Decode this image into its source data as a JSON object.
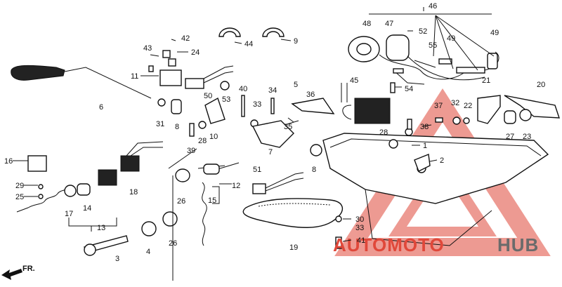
{
  "diagram": {
    "labels": [
      {
        "id": "46",
        "text": "46"
      },
      {
        "id": "48",
        "text": "48"
      },
      {
        "id": "47",
        "text": "47"
      },
      {
        "id": "52",
        "text": "52"
      },
      {
        "id": "42",
        "text": "42"
      },
      {
        "id": "43",
        "text": "43"
      },
      {
        "id": "24",
        "text": "24"
      },
      {
        "id": "44",
        "text": "44"
      },
      {
        "id": "9",
        "text": "9"
      },
      {
        "id": "55",
        "text": "55"
      },
      {
        "id": "49a",
        "text": "49"
      },
      {
        "id": "49b",
        "text": "49"
      },
      {
        "id": "11",
        "text": "11"
      },
      {
        "id": "6",
        "text": "6"
      },
      {
        "id": "50",
        "text": "50"
      },
      {
        "id": "53",
        "text": "53"
      },
      {
        "id": "40",
        "text": "40"
      },
      {
        "id": "34",
        "text": "34"
      },
      {
        "id": "5",
        "text": "5"
      },
      {
        "id": "36",
        "text": "36"
      },
      {
        "id": "45",
        "text": "45"
      },
      {
        "id": "54",
        "text": "54"
      },
      {
        "id": "21",
        "text": "21"
      },
      {
        "id": "20",
        "text": "20"
      },
      {
        "id": "31",
        "text": "31"
      },
      {
        "id": "8a",
        "text": "8"
      },
      {
        "id": "33a",
        "text": "33"
      },
      {
        "id": "37",
        "text": "37"
      },
      {
        "id": "32",
        "text": "32"
      },
      {
        "id": "22",
        "text": "22"
      },
      {
        "id": "10",
        "text": "10"
      },
      {
        "id": "35",
        "text": "35"
      },
      {
        "id": "28a",
        "text": "28"
      },
      {
        "id": "28b",
        "text": "28"
      },
      {
        "id": "38",
        "text": "38"
      },
      {
        "id": "27",
        "text": "27"
      },
      {
        "id": "23",
        "text": "23"
      },
      {
        "id": "39",
        "text": "39"
      },
      {
        "id": "7",
        "text": "7"
      },
      {
        "id": "1",
        "text": "1"
      },
      {
        "id": "16",
        "text": "16"
      },
      {
        "id": "8b",
        "text": "8"
      },
      {
        "id": "2",
        "text": "2"
      },
      {
        "id": "29",
        "text": "29"
      },
      {
        "id": "25",
        "text": "25"
      },
      {
        "id": "18",
        "text": "18"
      },
      {
        "id": "51",
        "text": "51"
      },
      {
        "id": "12",
        "text": "12"
      },
      {
        "id": "17",
        "text": "17"
      },
      {
        "id": "14",
        "text": "14"
      },
      {
        "id": "26a",
        "text": "26"
      },
      {
        "id": "15",
        "text": "15"
      },
      {
        "id": "13",
        "text": "13"
      },
      {
        "id": "30",
        "text": "30"
      },
      {
        "id": "33b",
        "text": "33"
      },
      {
        "id": "19",
        "text": "19"
      },
      {
        "id": "4",
        "text": "4"
      },
      {
        "id": "26b",
        "text": "26"
      },
      {
        "id": "41",
        "text": "41"
      },
      {
        "id": "3",
        "text": "3"
      }
    ],
    "direction_label": "FR."
  },
  "watermark": {
    "word_red": "AUTOMOTO",
    "word_gray": "HUB",
    "color_red": "#e0483a",
    "color_gray": "#6b6b6b"
  },
  "colors": {
    "ink": "#111111",
    "background": "#ffffff",
    "watermark_triangle": "#f2a39b"
  }
}
